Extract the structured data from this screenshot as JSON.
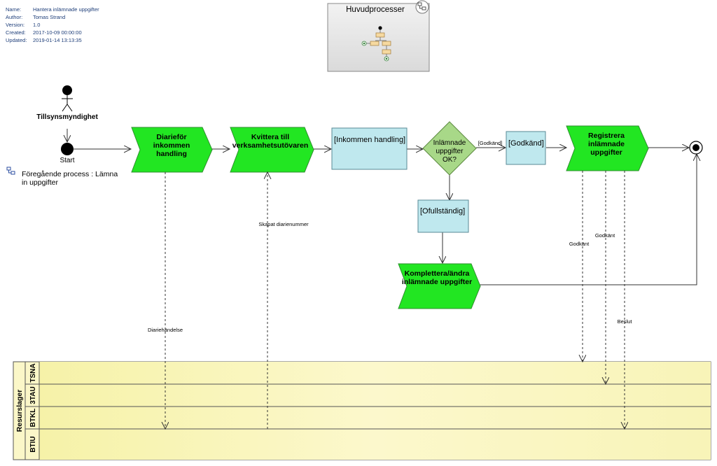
{
  "meta": {
    "name_key": "Name:",
    "name": "Hantera inlämnade uppgifter",
    "author_key": "Author:",
    "author": "Tomas Strand",
    "version_key": "Version:",
    "version": "1.0",
    "created_key": "Created:",
    "created": "2017-10-09 00:00:00",
    "updated_key": "Updated:",
    "updated": "2019-01-14 13:13:35"
  },
  "overview": {
    "title": "Huvudprocesser"
  },
  "actor": {
    "name": "Tillsynsmyndighet"
  },
  "start": {
    "label": "Start"
  },
  "prev_process": {
    "label": "Föregående process : Lämna in uppgifter"
  },
  "activities": {
    "diarie": "Diarieför inkommen handling",
    "kvittera": "Kvittera till verksamhetsutövaren",
    "komplettera": "Komplettera/ändra inlämnade uppgifter",
    "registrera": "Registrera inlämnade uppgifter"
  },
  "objects": {
    "inkommen": "[Inkommen handling]",
    "godkand": "[Godkänd]",
    "ofullstandig": "[Ofullständig]"
  },
  "decision": {
    "label": "Inlämnade uppgifter OK?",
    "guard": "[Godkänd]"
  },
  "flows": {
    "diariehandelse": "Diariehändelse",
    "skapat": "Skapat diarienummer",
    "godkant1": "Godkänt",
    "godkant2": "Godkänt",
    "beslut": "Beslut"
  },
  "pool": {
    "title": "Resurslager",
    "lanes": [
      "TSNA",
      "3TAU",
      "BTKL",
      "BTIU"
    ]
  },
  "colors": {
    "activity_fill": "#22e622",
    "object_fill": "#bfe8ee",
    "decision_fill": "#a8d888",
    "lane_fill": "#fcf8c9",
    "meta_text": "#1f3f7a"
  }
}
